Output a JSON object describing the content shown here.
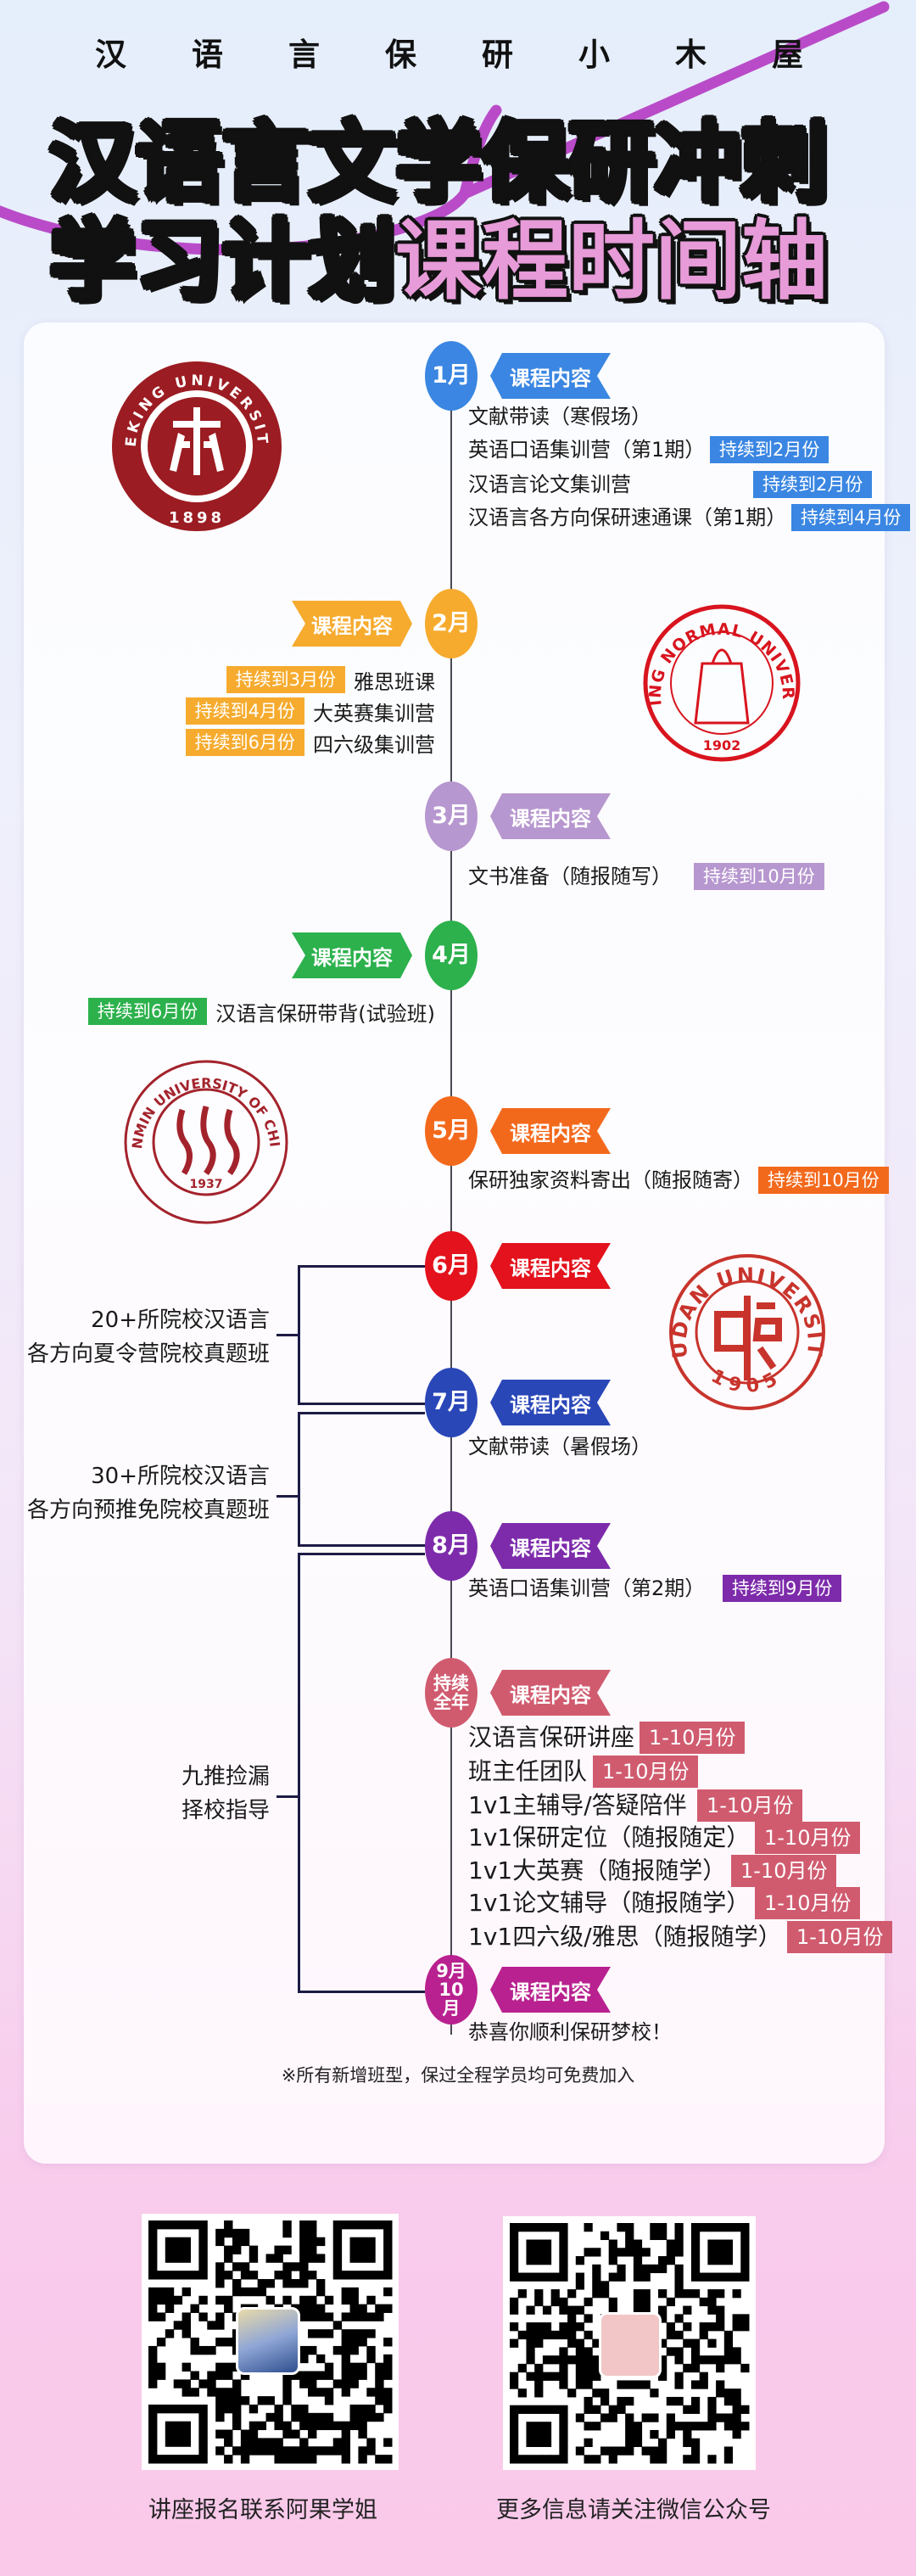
{
  "header": {
    "brand": "汉语言保研小木屋",
    "title_line1": "汉语言文学保研冲刺",
    "title_line2_black": "学习计划",
    "title_line2_pink": "课程时间轴",
    "accent_pink": "#e79bd8",
    "curve_color": "#b94bc8"
  },
  "ribbon_label": "课程内容",
  "months": [
    {
      "label": "1月",
      "color": "#3a86e2",
      "items": [
        {
          "text": "文献带读（寒假场）"
        },
        {
          "text": "英语口语集训营（第1期）",
          "tag": "持续到2月份"
        },
        {
          "text": "汉语言论文集训营",
          "tag": "持续到2月份"
        },
        {
          "text": "汉语言各方向保研速通课（第1期）",
          "tag": "持续到4月份"
        }
      ]
    },
    {
      "label": "2月",
      "color": "#f6ab2e",
      "items": [
        {
          "text": "雅思班课",
          "tag": "持续到3月份"
        },
        {
          "text": "大英赛集训营",
          "tag": "持续到4月份"
        },
        {
          "text": "四六级集训营",
          "tag": "持续到6月份"
        }
      ]
    },
    {
      "label": "3月",
      "color": "#b797cf",
      "items": [
        {
          "text": "文书准备（随报随写）",
          "tag": "持续到10月份"
        }
      ]
    },
    {
      "label": "4月",
      "color": "#2cb14c",
      "items": [
        {
          "text": "汉语言保研带背(试验班)",
          "tag": "持续到6月份"
        }
      ]
    },
    {
      "label": "5月",
      "color": "#f3691c",
      "items": [
        {
          "text": "保研独家资料寄出（随报随寄）",
          "tag": "持续到10月份"
        }
      ]
    },
    {
      "label": "6月",
      "color": "#e3121c",
      "items": []
    },
    {
      "label": "7月",
      "color": "#2a47b8",
      "items": [
        {
          "text": "文献带读（暑假场）"
        }
      ]
    },
    {
      "label": "8月",
      "color": "#7d2bab",
      "items": [
        {
          "text": "英语口语集训营（第2期）",
          "tag": "持续到9月份"
        }
      ]
    },
    {
      "label": "持续全年",
      "color": "#d05b6f",
      "items": [
        {
          "text": "汉语言保研讲座",
          "tag": "1-10月份"
        },
        {
          "text": "班主任团队",
          "tag": "1-10月份"
        },
        {
          "text": "1v1主辅导/答疑陪伴",
          "tag": "1-10月份"
        },
        {
          "text": "1v1保研定位（随报随定）",
          "tag": "1-10月份"
        },
        {
          "text": "1v1大英赛（随报随学）",
          "tag": "1-10月份"
        },
        {
          "text": "1v1论文辅导（随报随学）",
          "tag": "1-10月份"
        },
        {
          "text": "1v1四六级/雅思（随报随学）",
          "tag": "1-10月份"
        }
      ]
    },
    {
      "label": "9月10月",
      "color": "#b8218f",
      "items": [
        {
          "text": "恭喜你顺利保研梦校！"
        }
      ]
    }
  ],
  "brackets": [
    {
      "line1": "20+所院校汉语言",
      "line2": "各方向夏令营院校真题班"
    },
    {
      "line1": "30+所院校汉语言",
      "line2": "各方向预推免院校真题班"
    },
    {
      "line1": "九推捡漏",
      "line2": "择校指导"
    }
  ],
  "logos": {
    "pku": {
      "name": "PEKING UNIVERSITY",
      "year": "1898",
      "color": "#9b1c22"
    },
    "bnu": {
      "name": "BEIJING NORMAL UNIVERSITY",
      "year": "1902",
      "color": "#d8141e"
    },
    "ruc": {
      "name": "RENMIN UNIVERSITY OF CHINA",
      "year": "1937",
      "color": "#a3232c"
    },
    "fudan": {
      "name": "FUDAN UNIVERSITY",
      "year": "1905",
      "color": "#c8342c"
    }
  },
  "footnote": "※所有新增班型，保过全程学员均可免费加入",
  "qr": [
    {
      "caption": "讲座报名联系阿果学姐"
    },
    {
      "caption": "更多信息请关注微信公众号"
    }
  ]
}
